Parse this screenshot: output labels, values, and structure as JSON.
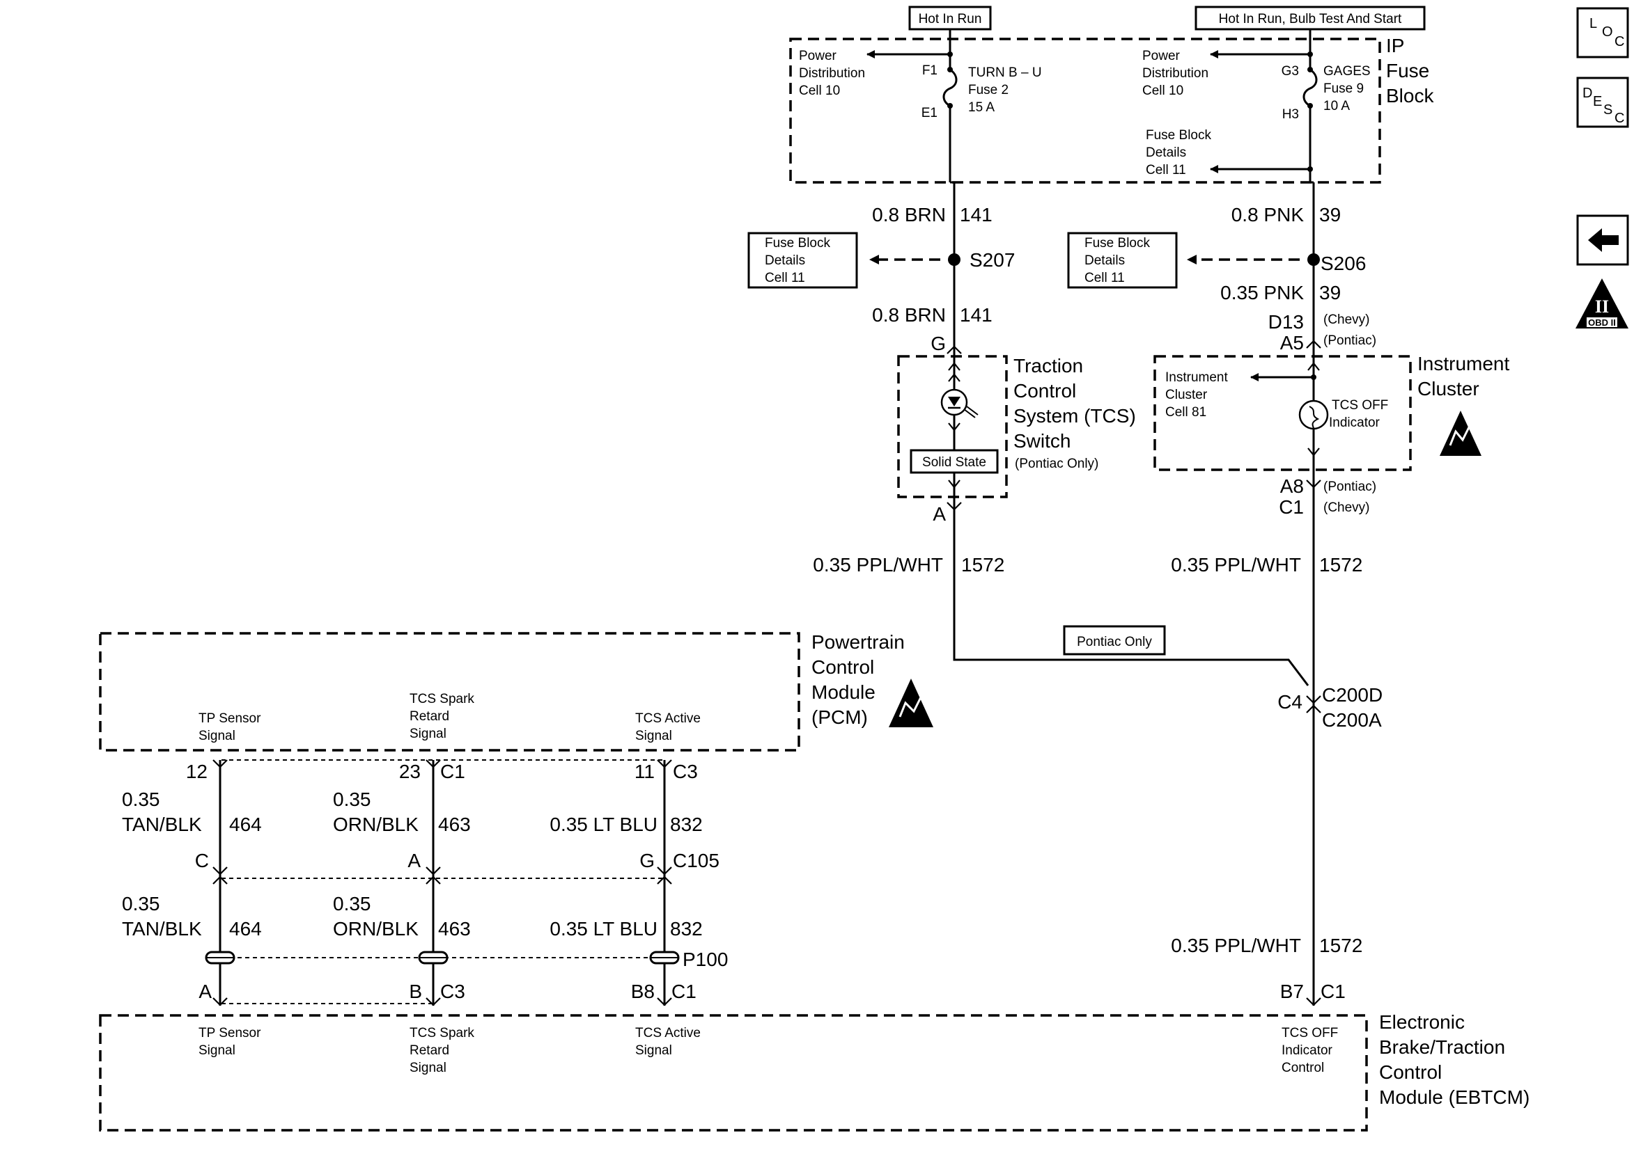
{
  "feeds": {
    "left": "Hot In Run",
    "right": "Hot In Run, Bulb Test And Start"
  },
  "ip_fuse_block": {
    "name_l1": "IP",
    "name_l2": "Fuse",
    "name_l3": "Block",
    "left_ref": [
      "Power",
      "Distribution",
      "Cell 10"
    ],
    "right_ref": [
      "Power",
      "Distribution",
      "Cell 10"
    ],
    "fuse_details_ref": [
      "Fuse Block",
      "Details",
      "Cell 11"
    ],
    "fuse_left": {
      "pin_in": "F1",
      "pin_out": "E1",
      "lines": [
        "TURN B – U",
        "Fuse 2",
        "15 A"
      ]
    },
    "fuse_right": {
      "pin_in": "G3",
      "pin_out": "H3",
      "lines": [
        "GAGES",
        "Fuse 9",
        "10 A"
      ]
    }
  },
  "wires": {
    "brn_top": {
      "gauge_color": "0.8 BRN",
      "circuit": "141"
    },
    "pnk_top": {
      "gauge_color": "0.8 PNK",
      "circuit": "39"
    },
    "brn_mid": {
      "gauge_color": "0.8 BRN",
      "circuit": "141"
    },
    "pnk_mid": {
      "gauge_color": "0.35 PNK",
      "circuit": "39"
    },
    "ppl_left": {
      "gauge_color": "0.35 PPL/WHT",
      "circuit": "1572"
    },
    "ppl_right": {
      "gauge_color": "0.35 PPL/WHT",
      "circuit": "1572"
    },
    "ppl_bottom": {
      "gauge_color": "0.35 PPL/WHT",
      "circuit": "1572"
    },
    "w464_top": {
      "gauge": "0.35",
      "color": "TAN/BLK",
      "circuit": "464"
    },
    "w463_top": {
      "gauge": "0.35",
      "color": "ORN/BLK",
      "circuit": "463"
    },
    "w832_top": {
      "gauge_color": "0.35 LT BLU",
      "circuit": "832"
    },
    "w464_bot": {
      "gauge": "0.35",
      "color": "TAN/BLK",
      "circuit": "464"
    },
    "w463_bot": {
      "gauge": "0.35",
      "color": "ORN/BLK",
      "circuit": "463"
    },
    "w832_bot": {
      "gauge_color": "0.35 LT BLU",
      "circuit": "832"
    }
  },
  "splices": {
    "left": {
      "name": "S207",
      "ref": [
        "Fuse Block",
        "Details",
        "Cell 11"
      ]
    },
    "right": {
      "name": "S206",
      "ref": [
        "Fuse Block",
        "Details",
        "Cell 11"
      ]
    }
  },
  "tcs_switch": {
    "pin_top": "G",
    "pin_bottom": "A",
    "label": "Solid State",
    "name_lines": [
      "Traction",
      "Control",
      "System (TCS)",
      "Switch"
    ],
    "note": "(Pontiac Only)"
  },
  "instrument_cluster": {
    "pin_top_a": "D13",
    "pin_top_a_note": "(Chevy)",
    "pin_top_b": "A5",
    "pin_top_b_note": "(Pontiac)",
    "pin_bot_a": "A8",
    "pin_bot_a_note": "(Pontiac)",
    "pin_bot_b": "C1",
    "pin_bot_b_note": "(Chevy)",
    "ref": [
      "Instrument",
      "Cluster",
      "Cell 81"
    ],
    "indicator": [
      "TCS OFF",
      "Indicator"
    ],
    "name_l1": "Instrument",
    "name_l2": "Cluster"
  },
  "pontiac_only": "Pontiac Only",
  "c200": {
    "pin": "C4",
    "conn_a": "C200D",
    "conn_b": "C200A"
  },
  "pcm": {
    "name_lines": [
      "Powertrain",
      "Control",
      "Module",
      "(PCM)"
    ],
    "signals": [
      [
        "TP Sensor",
        "Signal"
      ],
      [
        "TCS Spark",
        "Retard",
        "Signal"
      ],
      [
        "TCS Active",
        "Signal"
      ]
    ],
    "pins": [
      "12",
      "23",
      "11"
    ],
    "connectors": [
      "C1",
      "C3"
    ]
  },
  "c105": {
    "pins": [
      "C",
      "A",
      "G"
    ],
    "name": "C105"
  },
  "p100": {
    "name": "P100"
  },
  "ebtcm": {
    "pins": [
      "A",
      "B",
      "B8",
      "B7"
    ],
    "connectors": [
      "C3",
      "C1",
      "C1"
    ],
    "signals": [
      [
        "TP Sensor",
        "Signal"
      ],
      [
        "TCS Spark",
        "Retard",
        "Signal"
      ],
      [
        "TCS Active",
        "Signal"
      ],
      [
        "TCS OFF",
        "Indicator",
        "Control"
      ]
    ],
    "name_lines": [
      "Electronic",
      "Brake/Traction",
      "Control",
      "Module (EBTCM)"
    ]
  },
  "side_icons": {
    "loc": [
      "L",
      "O",
      "C"
    ],
    "desc": [
      "D",
      "E",
      "S",
      "C"
    ],
    "back": "arrow-left-icon",
    "obd": "OBD II",
    "obd_numeral": "II"
  }
}
